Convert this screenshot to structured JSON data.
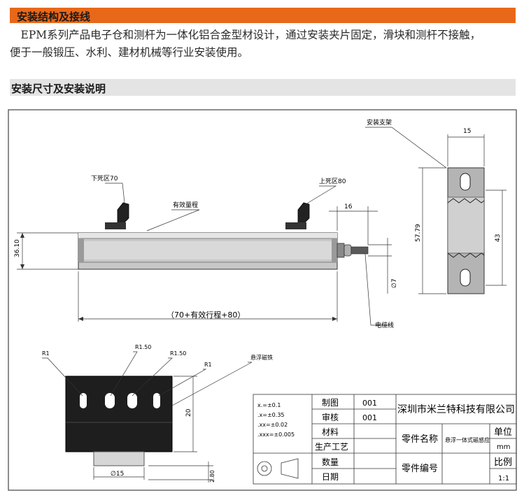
{
  "section1": {
    "title": "安装结构及接线",
    "line1": "　EPM系列产品电子仓和测杆为一体化铝合金型材设计，通过安装夹片固定，滑块和测杆不接触，",
    "line2": "便于一般锻压、水利、建材机械等行业安装使用。"
  },
  "section2": {
    "title": "安装尺寸及安装说明"
  },
  "labels": {
    "bracket": "安装支架",
    "lower_dead": "下死区70",
    "upper_dead": "上死区80",
    "effective": "有效量程",
    "cable": "电缆线",
    "formula": "（70+有效行程+80）",
    "magnet": "悬浮磁铁",
    "r1a": "R1",
    "r150a": "R1.50",
    "r150b": "R1.50",
    "r1b": "R1"
  },
  "dims": {
    "d15": "15",
    "d16": "16",
    "d3610": "36.10",
    "d5779": "57.79",
    "d43": "43",
    "d7": "∅7",
    "d20": "20",
    "d15b": "∅15",
    "d280": "2.80"
  },
  "tolerance": {
    "t1": "x.=±0.1",
    "t2": ".x=±0.35",
    "t3": ".xx=±0.02",
    "t4": ".xxx=±0.005"
  },
  "title_block": {
    "r1_label": "制图",
    "r1_val": "001",
    "r2_label": "审核",
    "r2_val": "001",
    "r3_label": "材料",
    "r4_label": "生产工艺",
    "r5_label": "数量",
    "r6_label": "日期",
    "company": "深圳市米兰特科技有限公司",
    "part_name_label": "零件名称",
    "part_name": "悬浮一体式磁感应",
    "part_no_label": "零件编号",
    "unit_label": "单位",
    "unit": "mm",
    "scale_label": "比例",
    "scale": "1:1"
  }
}
